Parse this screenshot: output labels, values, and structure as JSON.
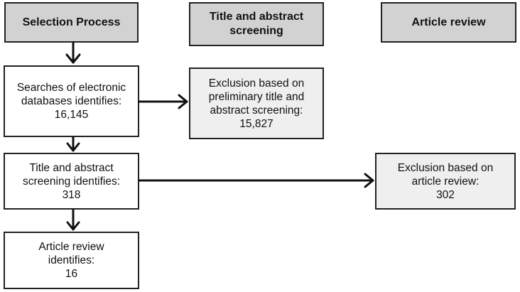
{
  "headers": {
    "selection": "Selection Process",
    "screening": [
      "Title and abstract",
      "screening"
    ],
    "review": "Article review"
  },
  "boxes": {
    "searches": [
      "Searches of electronic",
      "databases identifies:",
      "16,145"
    ],
    "exclusion_screening": [
      "Exclusion based on",
      "preliminary title and",
      "abstract screening:",
      "15,827"
    ],
    "title_abstract": [
      "Title and abstract",
      "screening identifies:",
      "318"
    ],
    "exclusion_review": [
      "Exclusion based on",
      "article review:",
      "302"
    ],
    "article_review": [
      "Article review",
      "identifies:",
      "16"
    ]
  },
  "colors": {
    "header_fill": "#d2d2d2",
    "exclusion_fill": "#efefef",
    "border": "#222222"
  }
}
